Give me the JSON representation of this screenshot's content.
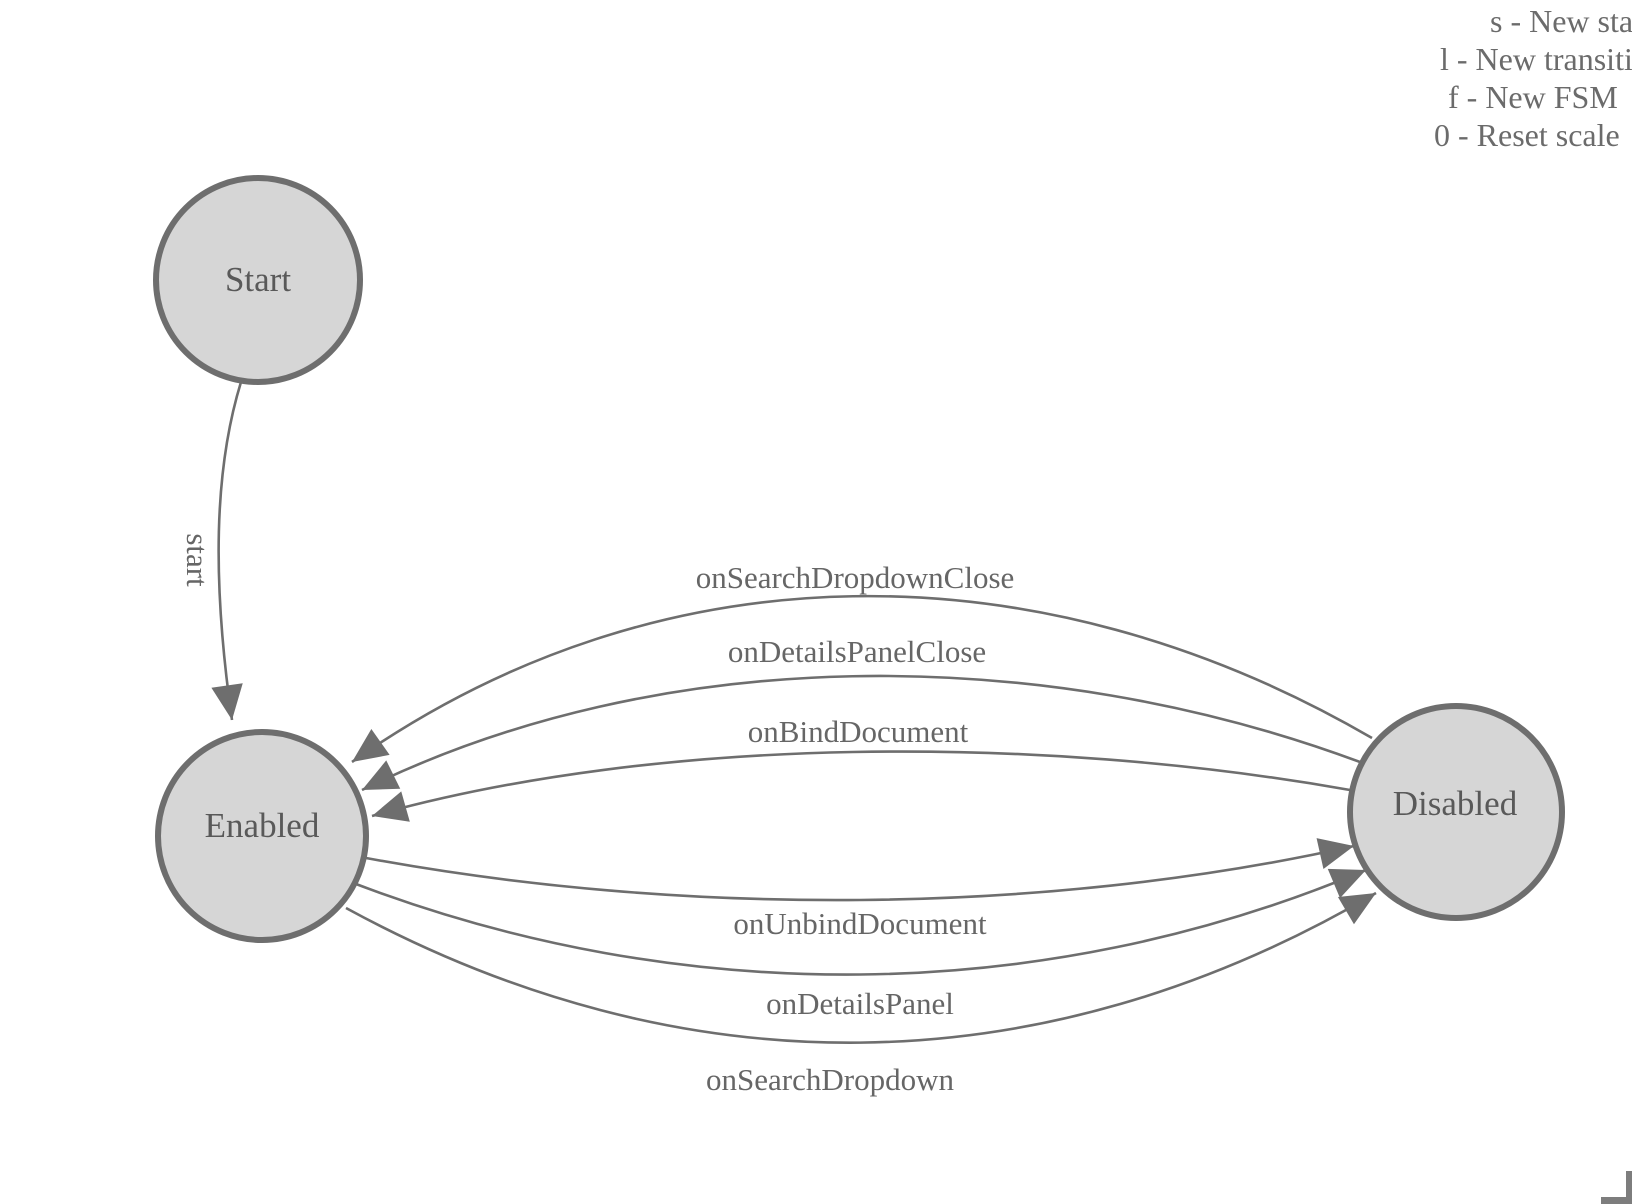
{
  "legend": {
    "lines": [
      "s - New state",
      "l - New transition",
      "f - New FSM",
      "0 - Reset scale"
    ]
  },
  "states": [
    {
      "label": "Start"
    },
    {
      "label": "Enabled"
    },
    {
      "label": "Disabled"
    }
  ],
  "transitions": [
    {
      "label": "start",
      "from": "Start",
      "to": "Enabled"
    },
    {
      "label": "onSearchDropdownClose",
      "from": "Disabled",
      "to": "Enabled"
    },
    {
      "label": "onDetailsPanelClose",
      "from": "Disabled",
      "to": "Enabled"
    },
    {
      "label": "onBindDocument",
      "from": "Disabled",
      "to": "Enabled"
    },
    {
      "label": "onUnbindDocument",
      "from": "Enabled",
      "to": "Disabled"
    },
    {
      "label": "onDetailsPanel",
      "from": "Enabled",
      "to": "Disabled"
    },
    {
      "label": "onSearchDropdown",
      "from": "Enabled",
      "to": "Disabled"
    }
  ],
  "colors": {
    "state_fill": "#d6d6d6",
    "state_stroke": "#6e6e6e",
    "edge_stroke": "#6e6e6e",
    "edge_label_text": "#666666",
    "state_label_text": "#595959",
    "legend_text": "#6b6b6b",
    "background": "#ffffff"
  }
}
